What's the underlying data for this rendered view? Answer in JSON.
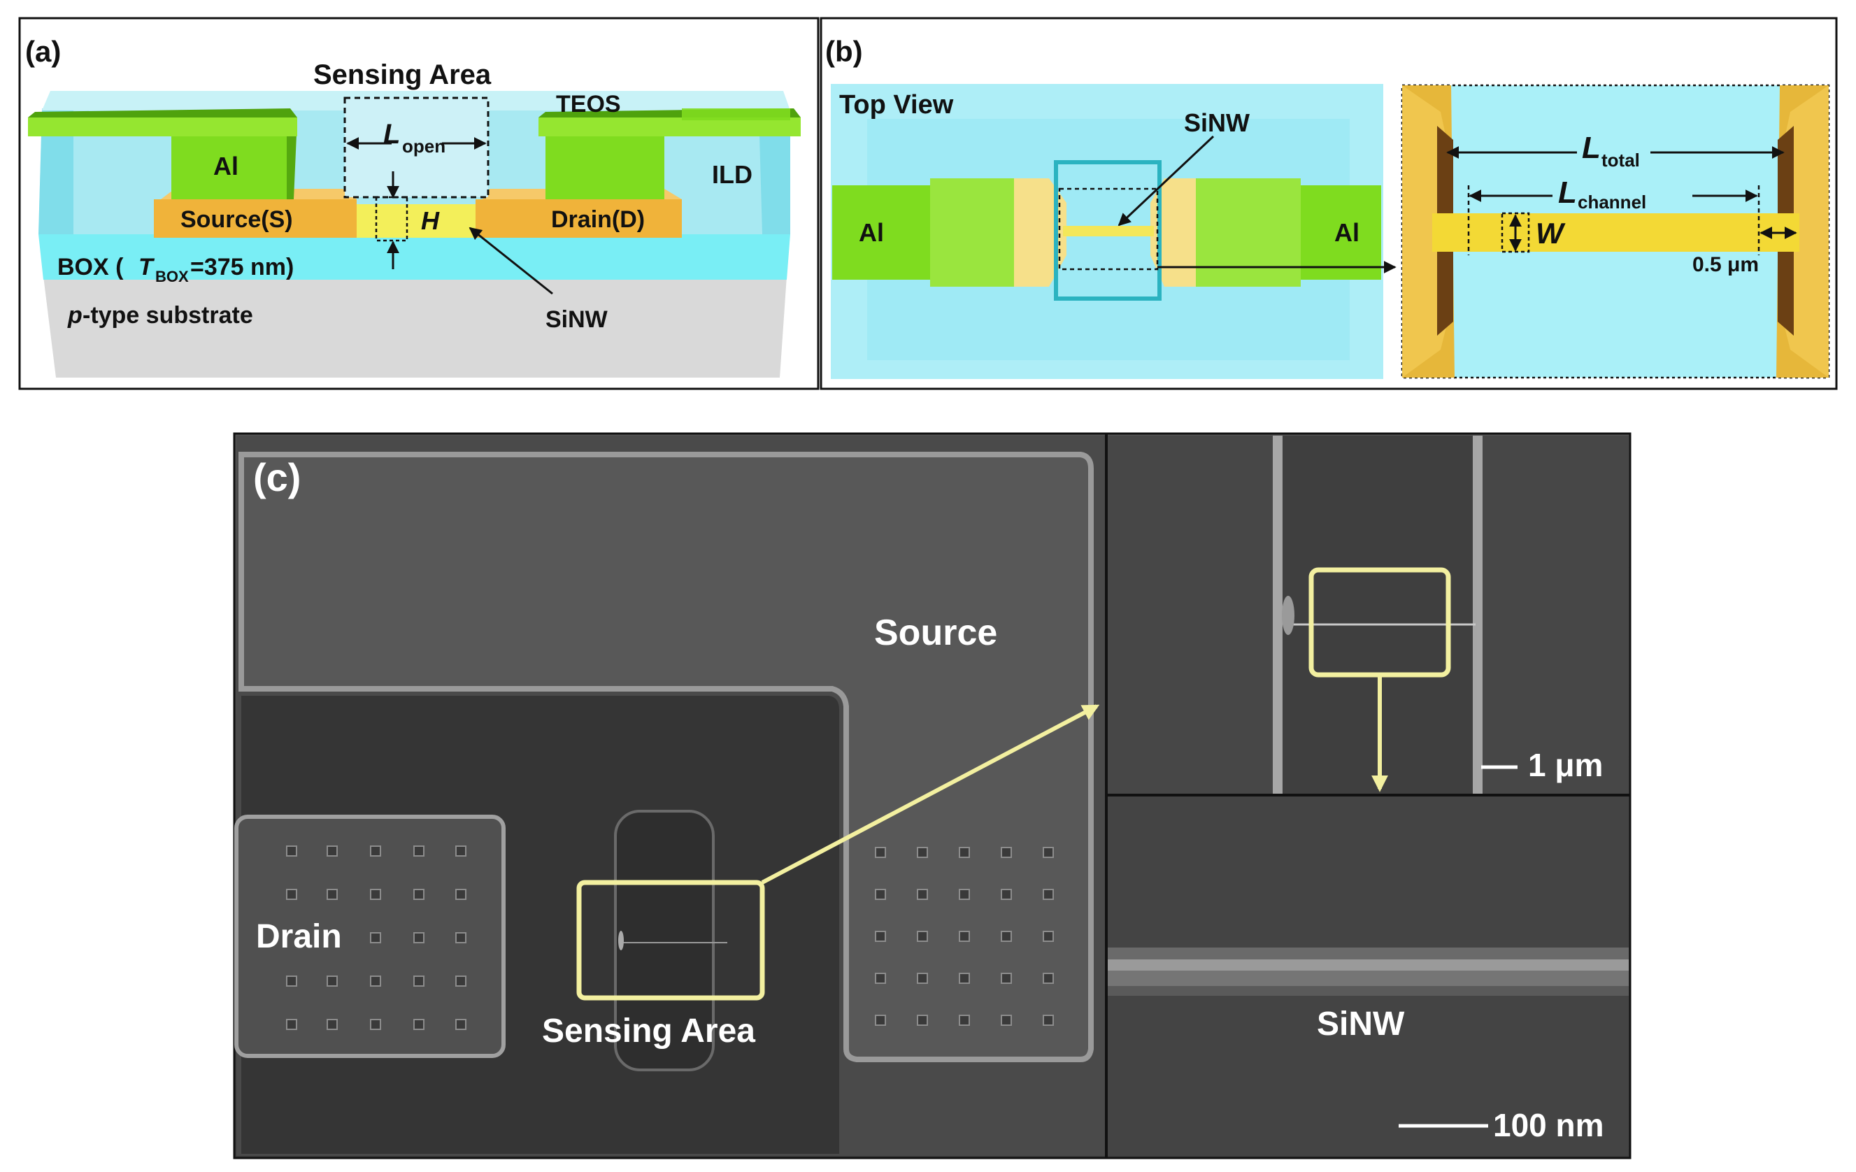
{
  "panel_a": {
    "tag": "(a)",
    "sensing_area": "Sensing Area",
    "l_open_main": "L",
    "l_open_sub": "open",
    "teos": "TEOS",
    "al": "Al",
    "ild": "ILD",
    "source": "Source(S)",
    "h": "H",
    "drain": "Drain(D)",
    "box_pre": "BOX (",
    "box_t": "T",
    "box_sub": "BOX",
    "box_post": "=375 nm)",
    "p_italic": "p",
    "substrate": "-type substrate",
    "sinw": "SiNW"
  },
  "panel_b": {
    "tag": "(b)",
    "top_view": "Top View",
    "sinw": "SiNW",
    "al_left": "Al",
    "al_right": "Al",
    "l_total_main": "L",
    "l_total_sub": "total",
    "l_channel_main": "L",
    "l_channel_sub": "channel",
    "w": "W",
    "half_um": "0.5 μm"
  },
  "panel_c": {
    "tag": "(c)",
    "source": "Source",
    "drain": "Drain",
    "sensing_area": "Sensing Area",
    "scale_1um": "1 μm",
    "scale_100nm": "100 nm",
    "sinw": "SiNW"
  },
  "colors": {
    "tag_cyan": "#a8ecf3",
    "al_green": "#7fdc1f",
    "gold": "#f0b33a",
    "yellow_box": "#f3f0a0",
    "sem_gray": "#4a4a4a"
  }
}
